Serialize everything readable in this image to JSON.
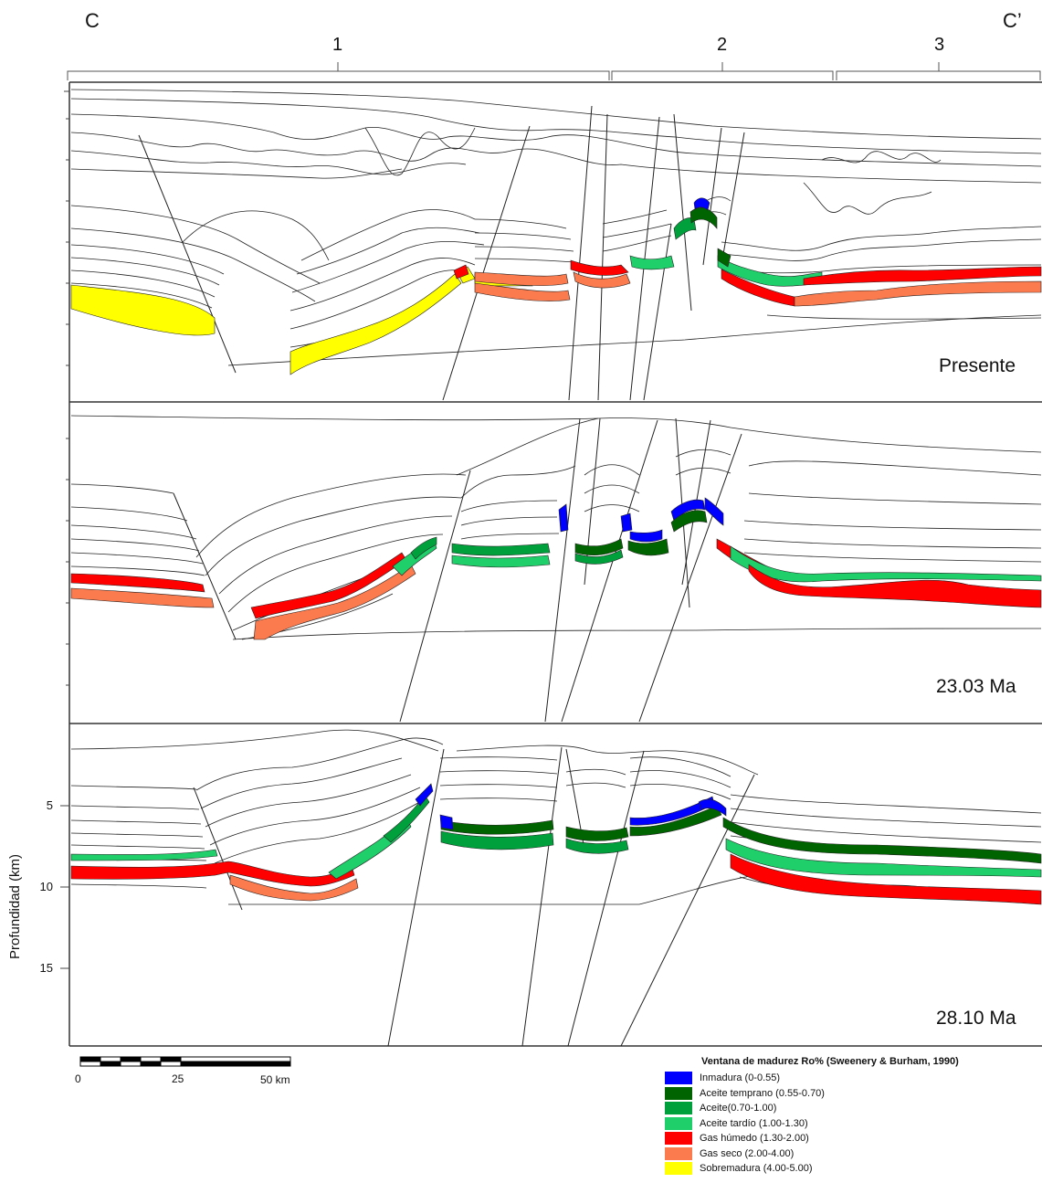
{
  "section": {
    "left_label": "C",
    "right_label": "C’"
  },
  "domains": [
    {
      "label": "1"
    },
    {
      "label": "2"
    },
    {
      "label": "3"
    }
  ],
  "panels": [
    {
      "age_label": "Presente"
    },
    {
      "age_label": "23.03 Ma"
    },
    {
      "age_label": "28.10 Ma"
    }
  ],
  "depth_axis": {
    "label": "Profundidad (km)",
    "ticks": [
      "5",
      "10",
      "15"
    ]
  },
  "scale_bar": {
    "labels": [
      "0",
      "25",
      "50 km"
    ]
  },
  "legend": {
    "title": "Ventana de madurez Ro%  (Sweenery & Burham, 1990)",
    "items": [
      {
        "label": "Inmadura (0-0.55)",
        "color": "#0000ff"
      },
      {
        "label": "Aceite temprano (0.55-0.70)",
        "color": "#006400"
      },
      {
        "label": "Aceite(0.70-1.00)",
        "color": "#00a03c"
      },
      {
        "label": "Aceite tardío (1.00-1.30)",
        "color": "#1fcf6a"
      },
      {
        "label": "Gas húmedo (1.30-2.00)",
        "color": "#ff0000"
      },
      {
        "label": "Gas seco (2.00-4.00)",
        "color": "#fb7a4e"
      },
      {
        "label": "Sobremadura (4.00-5.00)",
        "color": "#ffff00"
      }
    ]
  }
}
